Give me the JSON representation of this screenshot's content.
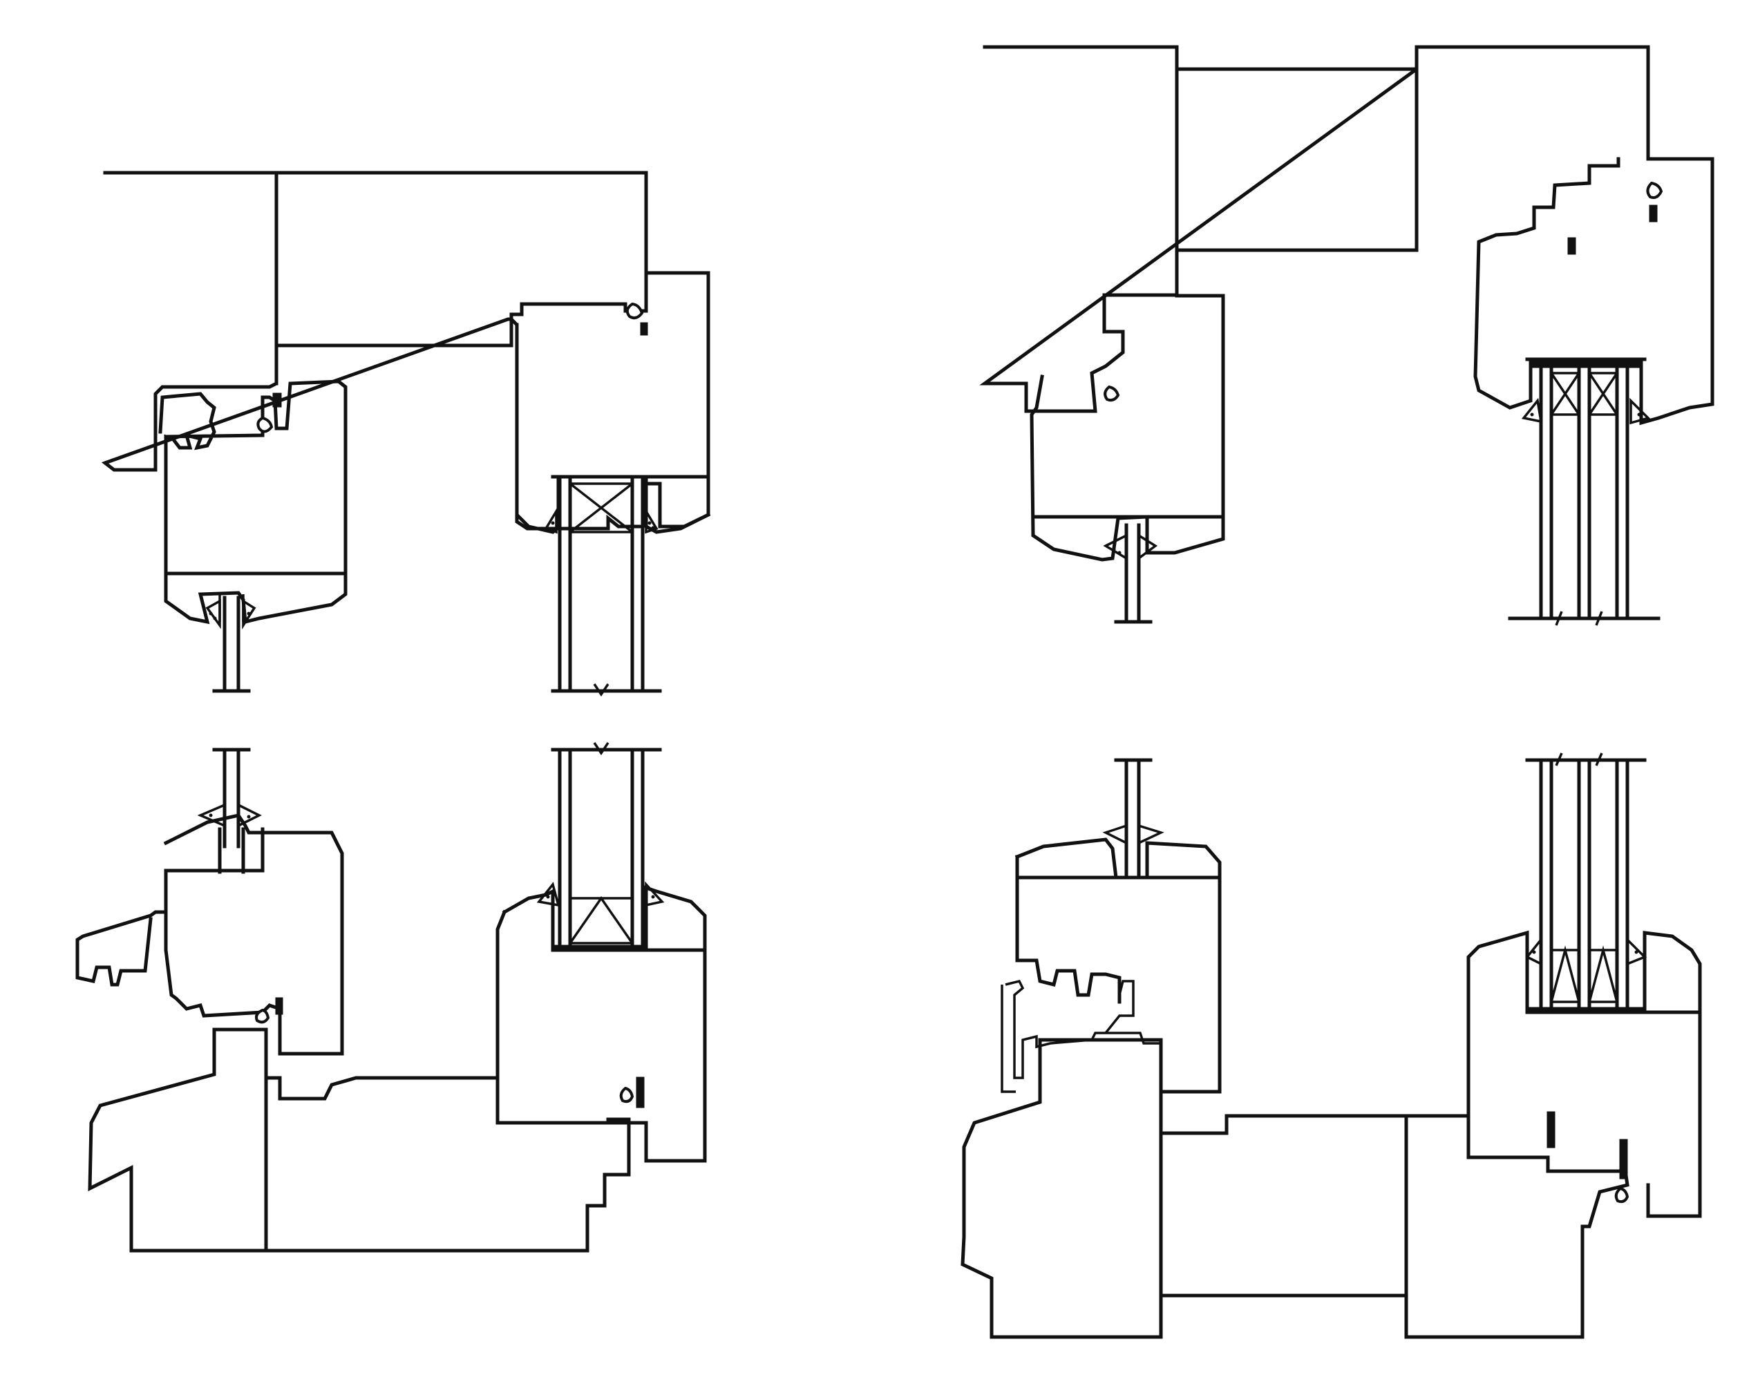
{
  "figure": {
    "panels": [
      {
        "id": "single-glazed-head-jamb",
        "glazing": "single"
      },
      {
        "id": "triple-glazed-head-jamb",
        "glazing": "triple"
      },
      {
        "id": "single-glazed-sill",
        "glazing": "single"
      },
      {
        "id": "triple-glazed-sill",
        "glazing": "triple"
      }
    ],
    "colors": {
      "line": "#111111",
      "background": "#ffffff"
    }
  }
}
